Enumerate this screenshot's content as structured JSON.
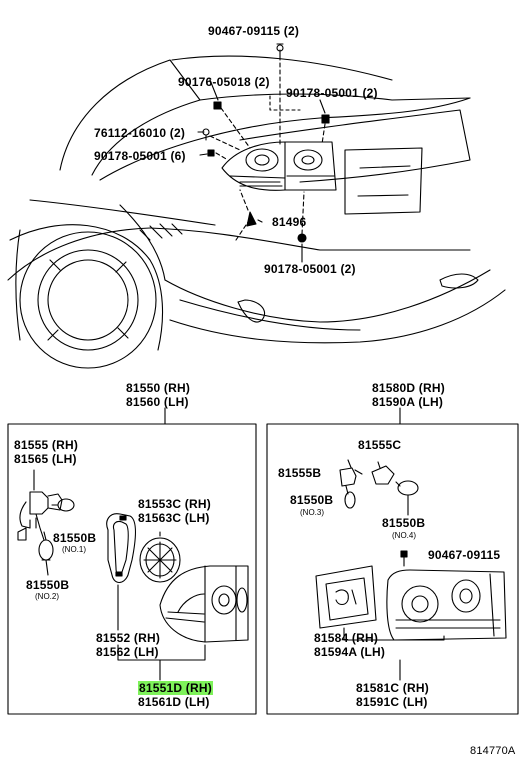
{
  "top_callouts": {
    "p90467_09115": "90467-09115 (2)",
    "p90176_05018": "90176-05018 (2)",
    "p90178_05001_right": "90178-05001 (2)",
    "p76112_16010": "76112-16010 (2)",
    "p90178_05001_left": "90178-05001 (6)",
    "p81496": "81496",
    "p90178_05001_bottom": "90178-05001 (2)"
  },
  "left_group": {
    "heading_rh": "81550 (RH)",
    "heading_lh": "81560 (LH)",
    "p81555_rh": "81555 (RH)",
    "p81565_lh": "81565 (LH)",
    "p81550B_no1": "81550B",
    "no1": "(NO.1)",
    "p81550B_no2": "81550B",
    "no2": "(NO.2)",
    "p81553C_rh": "81553C (RH)",
    "p81563C_lh": "81563C (LH)",
    "p81552_rh": "81552 (RH)",
    "p81562_lh": "81562 (LH)",
    "p81551D_rh": "81551D (RH)",
    "p81561D_lh": "81561D (LH)"
  },
  "right_group": {
    "heading_rh": "81580D (RH)",
    "heading_lh": "81590A (LH)",
    "p81555C": "81555C",
    "p81555B": "81555B",
    "p81550B_no3": "81550B",
    "no3": "(NO.3)",
    "p81550B_no4": "81550B",
    "no4": "(NO.4)",
    "p90467_09115": "90467-09115",
    "p81584_rh": "81584 (RH)",
    "p81594A_lh": "81594A (LH)",
    "p81581C_rh": "81581C (RH)",
    "p81591C_lh": "81591C (LH)"
  },
  "diagram_code": "814770A",
  "highlight_color": "#7ef25a"
}
